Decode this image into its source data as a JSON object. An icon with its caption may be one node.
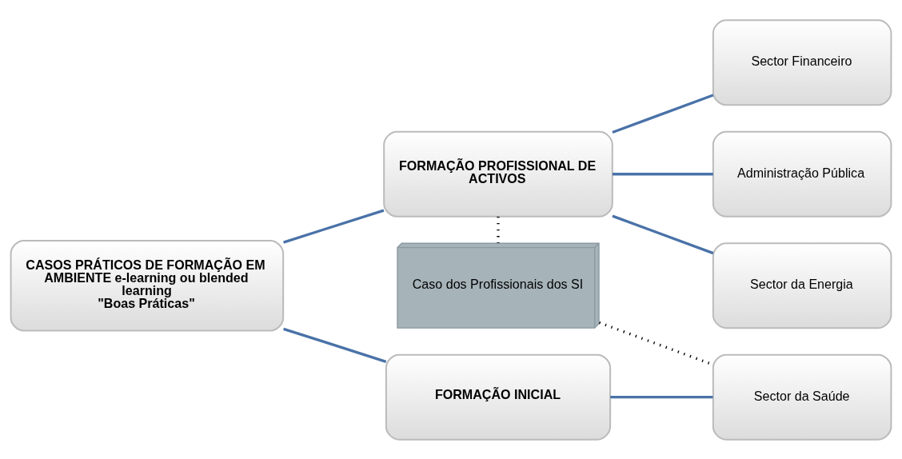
{
  "diagram": {
    "nodes": [
      {
        "text": [
          "CASOS PRÁTICOS DE FORMAÇÃO EM AMBIENTE e-learning ou blended learning",
          "\"Boas Práticas\""
        ]
      },
      {
        "text": [
          "FORMAÇÃO PROFISSIONAL DE ACTIVOS"
        ]
      },
      {
        "text": [
          "Caso dos Profissionais dos SI"
        ]
      },
      {
        "text": [
          "FORMAÇÃO INICIAL"
        ]
      },
      {
        "text": [
          "Sector Financeiro"
        ]
      },
      {
        "text": [
          "Administração Pública"
        ]
      },
      {
        "text": [
          "Sector da Energia"
        ]
      },
      {
        "text": [
          "Sector da Saúde"
        ]
      }
    ],
    "edges": [
      {
        "from": 0,
        "to": 1,
        "arrow": "none"
      },
      {
        "from": 0,
        "to": 3,
        "arrow": "none"
      },
      {
        "from": 1,
        "to": 4,
        "arrow": "none"
      },
      {
        "from": 1,
        "to": 5,
        "arrow": "none"
      },
      {
        "from": 1,
        "to": 6,
        "arrow": "none"
      },
      {
        "from": 1,
        "to": 2,
        "arrow": "none",
        "style": "dashed",
        "color": "#000000"
      },
      {
        "from": 2,
        "to": 7,
        "arrow": "none",
        "style": "dashed",
        "color": "#000000"
      },
      {
        "from": 3,
        "to": 7,
        "arrow": "none"
      }
    ]
  }
}
